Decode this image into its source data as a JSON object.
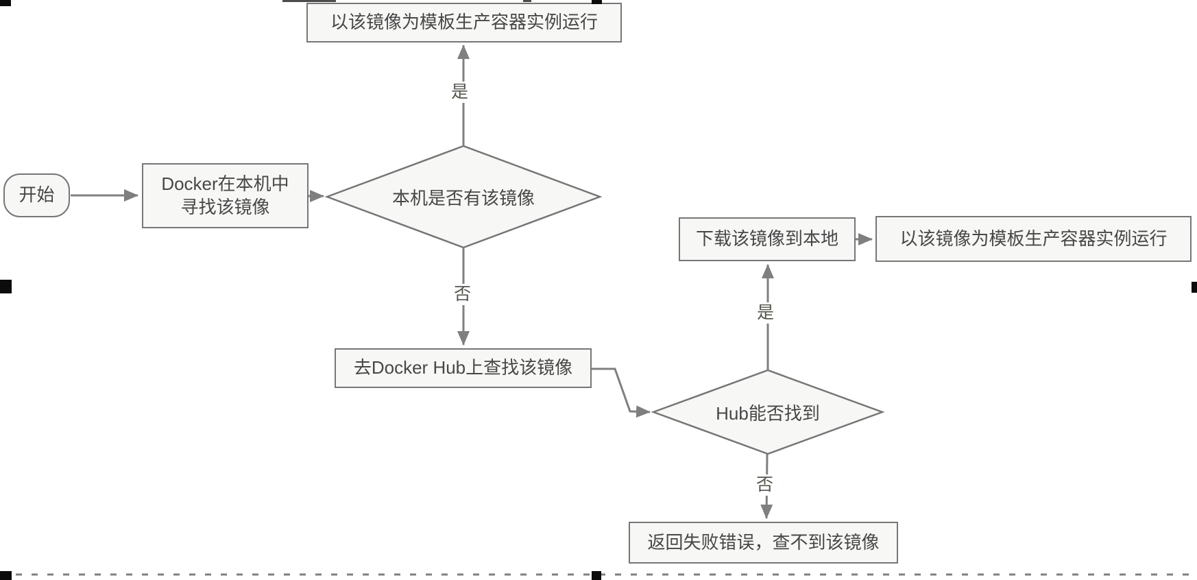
{
  "flowchart": {
    "nodes": {
      "start": "开始",
      "find_local": "Docker在本机中寻找该镜像",
      "has_local_decision": "本机是否有该镜像",
      "run_container_top": "以该镜像为模板生产容器实例运行",
      "search_hub": "去Docker Hub上查找该镜像",
      "hub_found_decision": "Hub能否找到",
      "download_local": "下载该镜像到本地",
      "run_container_right": "以该镜像为模板生产容器实例运行",
      "return_error": "返回失败错误，查不到该镜像"
    },
    "edge_labels": {
      "has_local_yes": "是",
      "has_local_no": "否",
      "hub_found_yes": "是",
      "hub_found_no": "否"
    },
    "colors": {
      "background": "#ffffff",
      "node_fill": "#f7f7f6",
      "node_border": "#767676",
      "connector": "#7f7f7f",
      "text": "#474747"
    }
  }
}
